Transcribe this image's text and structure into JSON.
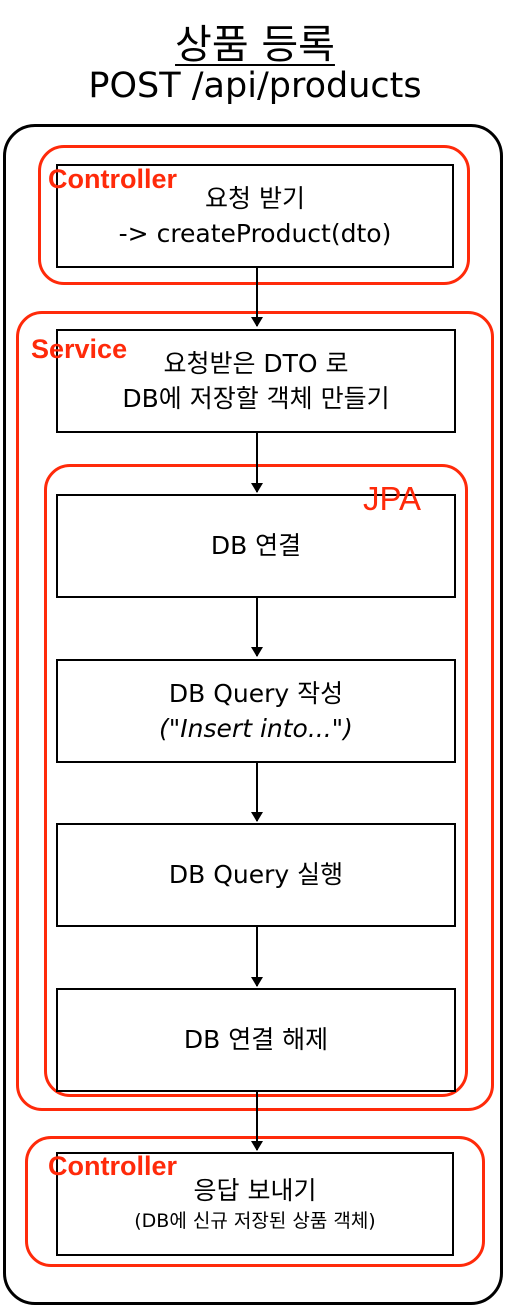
{
  "title": "상품 등록",
  "endpoint": "POST /api/products",
  "colors": {
    "layer_outline": "#ff2a0a",
    "outline": "#000000"
  },
  "layers": {
    "controller_top": "Controller",
    "service": "Service",
    "jpa": "JPA",
    "controller_bottom": "Controller"
  },
  "steps": {
    "receive": {
      "line1": "요청 받기",
      "line2": "-> createProduct(dto)"
    },
    "build": {
      "line1": "요청받은 DTO 로",
      "line2": "DB에 저장할 객체 만들기"
    },
    "connect": {
      "line1": "DB 연결"
    },
    "write_query": {
      "line1": "DB Query 작성",
      "line2": "(\"Insert into...\")"
    },
    "execute": {
      "line1": "DB Query 실행"
    },
    "disconnect": {
      "line1": "DB 연결 해제"
    },
    "respond": {
      "line1": "응답 보내기",
      "line2": "(DB에 신규 저장된 상품 객체)"
    }
  }
}
